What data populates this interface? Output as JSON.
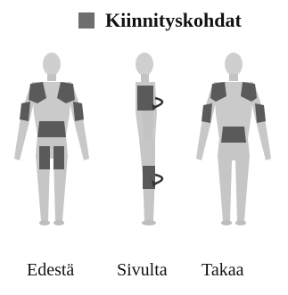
{
  "legend": {
    "label": "Kiinnityskohdat",
    "swatch_color": "#6e6e6e"
  },
  "views": {
    "front": "Edestä",
    "side": "Sivulta",
    "back": "Takaa"
  },
  "colors": {
    "skin": "#c9c9c9",
    "attachment": "#5a5a5a"
  }
}
